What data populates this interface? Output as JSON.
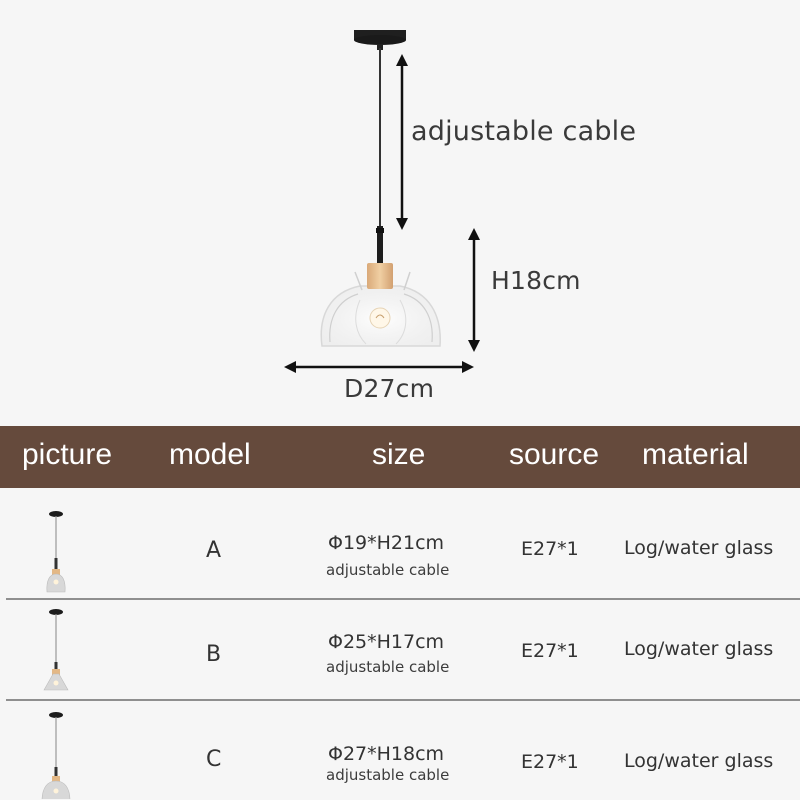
{
  "diagram": {
    "cable_label": "adjustable cable",
    "height_label": "H18cm",
    "diameter_label": "D27cm",
    "icons": [
      "pendant-lamp-illustration",
      "vertical-double-arrow-icon",
      "horizontal-double-arrow-icon"
    ]
  },
  "table": {
    "header_color": "#654a3c",
    "columns": [
      "picture",
      "model",
      "size",
      "source",
      "material"
    ],
    "rows": [
      {
        "picture": "pendant-lamp-a-thumbnail",
        "model": "A",
        "size": "Φ19*H21cm",
        "size_note": "adjustable cable",
        "source": "E27*1",
        "material": "Log/water glass"
      },
      {
        "picture": "pendant-lamp-b-thumbnail",
        "model": "B",
        "size": "Φ25*H17cm",
        "size_note": "adjustable cable",
        "source": "E27*1",
        "material": "Log/water glass"
      },
      {
        "picture": "pendant-lamp-c-thumbnail",
        "model": "C",
        "size": "Φ27*H18cm",
        "size_note": "adjustable cable",
        "source": "E27*1",
        "material": "Log/water glass"
      }
    ]
  }
}
